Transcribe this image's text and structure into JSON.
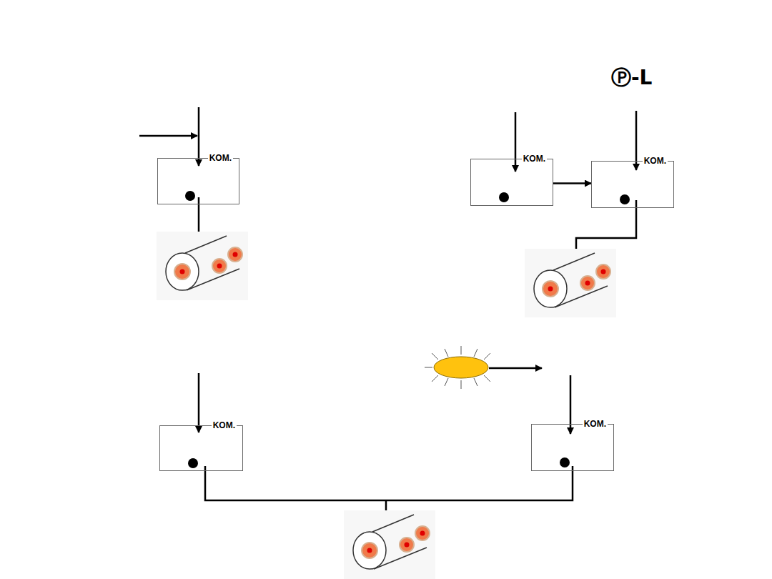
{
  "diagram": {
    "nodes": [
      {
        "text": [
          "KOM."
        ]
      },
      {
        "text": [
          "KOM."
        ]
      },
      {
        "text": [
          "KOM."
        ]
      },
      {
        "text": [
          "KOM."
        ]
      },
      {
        "text": [
          "KOM."
        ]
      }
    ],
    "edges": [
      {
        "from": 1,
        "to": 2,
        "arrow": "to"
      }
    ],
    "labels": [
      "Ⓟ-L"
    ]
  }
}
